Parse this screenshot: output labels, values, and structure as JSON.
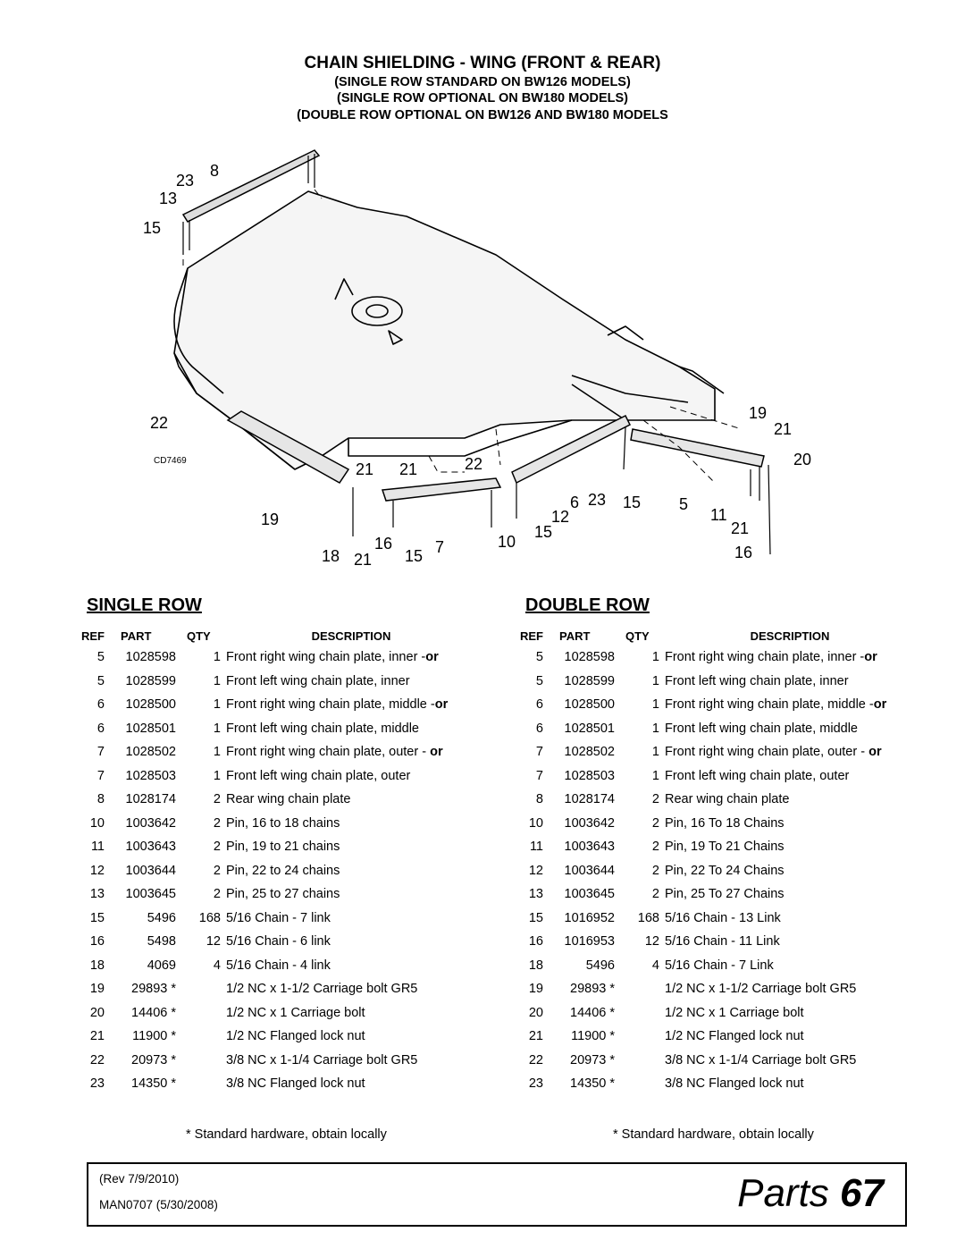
{
  "header": {
    "title": "CHAIN SHIELDING - WING (FRONT & REAR)",
    "subtitle1": "(SINGLE ROW STANDARD ON BW126 MODELS)",
    "subtitle2": "(SINGLE ROW OPTIONAL ON BW180 MODELS)",
    "subtitle3": "(DOUBLE ROW OPTIONAL ON BW126 AND BW180 MODELS"
  },
  "diagram": {
    "drawing_id": "CD7469",
    "callouts": [
      "23",
      "8",
      "13",
      "15",
      "22",
      "19",
      "21",
      "20",
      "21",
      "22",
      "6",
      "23",
      "15",
      "5",
      "11",
      "21",
      "16",
      "12",
      "15",
      "10",
      "7",
      "15",
      "21",
      "16",
      "18",
      "19",
      "21"
    ]
  },
  "single_row": {
    "heading": "SINGLE ROW",
    "columns": [
      "REF",
      "PART",
      "QTY",
      "DESCRIPTION"
    ],
    "rows": [
      {
        "ref": "5",
        "part": "1028598",
        "qty": "1",
        "desc": "Front right wing chain plate, inner -",
        "bold": "or"
      },
      {
        "ref": "5",
        "part": "1028599",
        "qty": "1",
        "desc": "Front left wing chain plate, inner",
        "bold": ""
      },
      {
        "ref": "6",
        "part": "1028500",
        "qty": "1",
        "desc": "Front right wing chain plate, middle -",
        "bold": "or"
      },
      {
        "ref": "6",
        "part": "1028501",
        "qty": "1",
        "desc": "Front left wing chain plate, middle",
        "bold": ""
      },
      {
        "ref": "7",
        "part": "1028502",
        "qty": "1",
        "desc": "Front right wing chain plate, outer - ",
        "bold": "or"
      },
      {
        "ref": "7",
        "part": "1028503",
        "qty": "1",
        "desc": "Front left wing chain plate, outer",
        "bold": ""
      },
      {
        "ref": "8",
        "part": "1028174",
        "qty": "2",
        "desc": "Rear wing chain plate",
        "bold": ""
      },
      {
        "ref": "10",
        "part": "1003642",
        "qty": "2",
        "desc": "Pin, 16 to 18 chains",
        "bold": ""
      },
      {
        "ref": "11",
        "part": "1003643",
        "qty": "2",
        "desc": "Pin, 19 to 21 chains",
        "bold": ""
      },
      {
        "ref": "12",
        "part": "1003644",
        "qty": "2",
        "desc": "Pin, 22 to 24 chains",
        "bold": ""
      },
      {
        "ref": "13",
        "part": "1003645",
        "qty": "2",
        "desc": "Pin, 25 to 27 chains",
        "bold": ""
      },
      {
        "ref": "15",
        "part": "5496",
        "qty": "168",
        "desc": "5/16 Chain - 7 link",
        "bold": ""
      },
      {
        "ref": "16",
        "part": "5498",
        "qty": "12",
        "desc": "5/16 Chain - 6 link",
        "bold": ""
      },
      {
        "ref": "18",
        "part": "4069",
        "qty": "4",
        "desc": "5/16 Chain - 4 link",
        "bold": ""
      },
      {
        "ref": "19",
        "part": "29893 *",
        "qty": "",
        "desc": "1/2 NC x 1-1/2 Carriage bolt GR5",
        "bold": ""
      },
      {
        "ref": "20",
        "part": "14406 *",
        "qty": "",
        "desc": "1/2 NC x 1 Carriage bolt",
        "bold": ""
      },
      {
        "ref": "21",
        "part": "11900 *",
        "qty": "",
        "desc": "1/2 NC Flanged lock nut",
        "bold": ""
      },
      {
        "ref": "22",
        "part": "20973 *",
        "qty": "",
        "desc": "3/8 NC x 1-1/4 Carriage bolt GR5",
        "bold": ""
      },
      {
        "ref": "23",
        "part": "14350 *",
        "qty": "",
        "desc": "3/8 NC Flanged lock nut",
        "bold": ""
      }
    ],
    "footnote": "*   Standard hardware, obtain locally"
  },
  "double_row": {
    "heading": "DOUBLE ROW",
    "columns": [
      "REF",
      "PART",
      "QTY",
      "DESCRIPTION"
    ],
    "rows": [
      {
        "ref": "5",
        "part": "1028598",
        "qty": "1",
        "desc": "Front right wing chain plate, inner -",
        "bold": "or"
      },
      {
        "ref": "5",
        "part": "1028599",
        "qty": "1",
        "desc": "Front left wing chain plate, inner",
        "bold": ""
      },
      {
        "ref": "6",
        "part": "1028500",
        "qty": "1",
        "desc": "Front right wing chain plate, middle -",
        "bold": "or"
      },
      {
        "ref": "6",
        "part": "1028501",
        "qty": "1",
        "desc": "Front left wing chain plate, middle",
        "bold": ""
      },
      {
        "ref": "7",
        "part": "1028502",
        "qty": "1",
        "desc": "Front right wing chain plate, outer - ",
        "bold": "or"
      },
      {
        "ref": "7",
        "part": "1028503",
        "qty": "1",
        "desc": "Front left wing chain plate, outer",
        "bold": ""
      },
      {
        "ref": "8",
        "part": "1028174",
        "qty": "2",
        "desc": "Rear wing chain plate",
        "bold": ""
      },
      {
        "ref": "10",
        "part": "1003642",
        "qty": "2",
        "desc": "Pin, 16 To 18 Chains",
        "bold": ""
      },
      {
        "ref": "11",
        "part": "1003643",
        "qty": "2",
        "desc": "Pin, 19 To 21 Chains",
        "bold": ""
      },
      {
        "ref": "12",
        "part": "1003644",
        "qty": "2",
        "desc": "Pin, 22 To 24 Chains",
        "bold": ""
      },
      {
        "ref": "13",
        "part": "1003645",
        "qty": "2",
        "desc": "Pin, 25 To 27 Chains",
        "bold": ""
      },
      {
        "ref": "15",
        "part": "1016952",
        "qty": "168",
        "desc": "5/16 Chain - 13 Link",
        "bold": ""
      },
      {
        "ref": "16",
        "part": "1016953",
        "qty": "12",
        "desc": "5/16 Chain - 11 Link",
        "bold": ""
      },
      {
        "ref": "18",
        "part": "5496",
        "qty": "4",
        "desc": "5/16 Chain - 7 Link",
        "bold": ""
      },
      {
        "ref": "19",
        "part": "29893 *",
        "qty": "",
        "desc": "1/2 NC x 1-1/2 Carriage bolt GR5",
        "bold": ""
      },
      {
        "ref": "20",
        "part": "14406 *",
        "qty": "",
        "desc": "1/2 NC x 1 Carriage bolt",
        "bold": ""
      },
      {
        "ref": "21",
        "part": "11900 *",
        "qty": "",
        "desc": "1/2 NC Flanged lock nut",
        "bold": ""
      },
      {
        "ref": "22",
        "part": "20973 *",
        "qty": "",
        "desc": "3/8 NC x 1-1/4 Carriage bolt GR5",
        "bold": ""
      },
      {
        "ref": "23",
        "part": "14350 *",
        "qty": "",
        "desc": "3/8 NC Flanged lock nut",
        "bold": ""
      }
    ],
    "footnote": "*   Standard hardware, obtain locally"
  },
  "footer": {
    "rev": "(Rev 7/9/2010)",
    "manual": "MAN0707 (5/30/2008)",
    "section": "Parts",
    "page": "67"
  }
}
